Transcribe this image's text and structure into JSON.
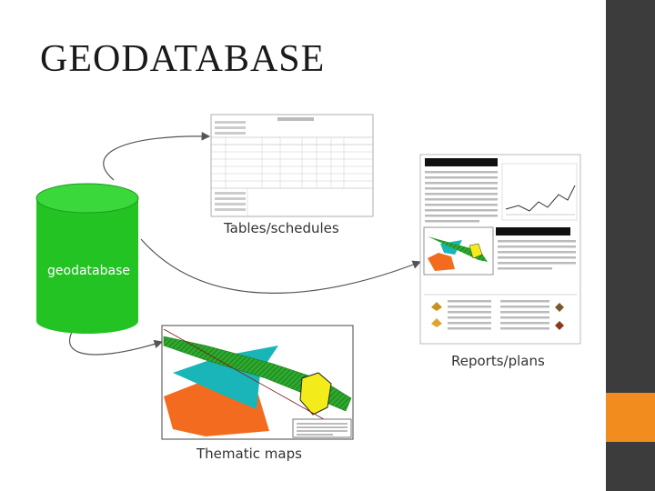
{
  "slide": {
    "title": "GEODATABASE"
  },
  "diagram": {
    "cylinder_label": "geodatabase",
    "outputs": [
      {
        "label": "Tables/schedules"
      },
      {
        "label": "Reports/plans"
      },
      {
        "label": "Thematic maps"
      }
    ]
  },
  "colors": {
    "accent_orange": "#f28c1e",
    "side_bar": "#3c3c3c",
    "cylinder_green": "#22c322",
    "map_teal": "#19b5b8",
    "map_orange": "#f26b1f",
    "map_yellow": "#f3ec1a"
  }
}
